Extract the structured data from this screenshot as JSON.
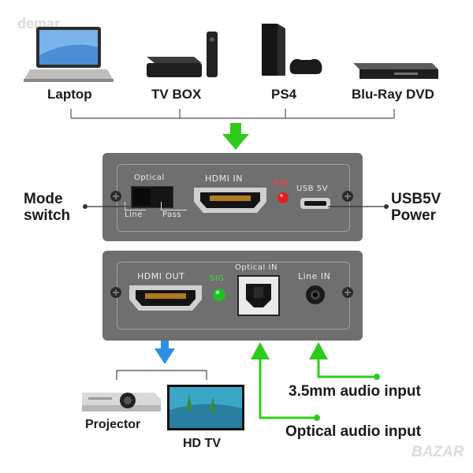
{
  "watermark": "demar",
  "sources": [
    {
      "label": "Laptop"
    },
    {
      "label": "TV BOX"
    },
    {
      "label": "PS4"
    },
    {
      "label": "Blu-Ray DVD"
    }
  ],
  "top_panel": {
    "optical_label": "Optical",
    "line_label": "Line",
    "pass_label": "Pass",
    "hdmi_in_label": "HDMI IN",
    "pw_label": "PW",
    "usb_label": "USB 5V"
  },
  "bottom_panel": {
    "hdmi_out_label": "HDMI OUT",
    "sig_label": "SIG",
    "optical_in_label": "Optical IN",
    "line_in_label": "Line IN"
  },
  "callouts": {
    "mode_switch": "Mode\nswitch",
    "usb_power": "USB5V\nPower",
    "audio_input": "3.5mm audio input",
    "optical_input": "Optical audio input"
  },
  "outputs": [
    {
      "label": "Projector"
    },
    {
      "label": "HD TV"
    }
  ],
  "colors": {
    "panel": "#6f6f6f",
    "arrow_green": "#2ecc1a",
    "arrow_blue": "#2f8fe0",
    "led_red": "#e02020",
    "led_green": "#20c020"
  },
  "footer_watermark": "BAZAR"
}
